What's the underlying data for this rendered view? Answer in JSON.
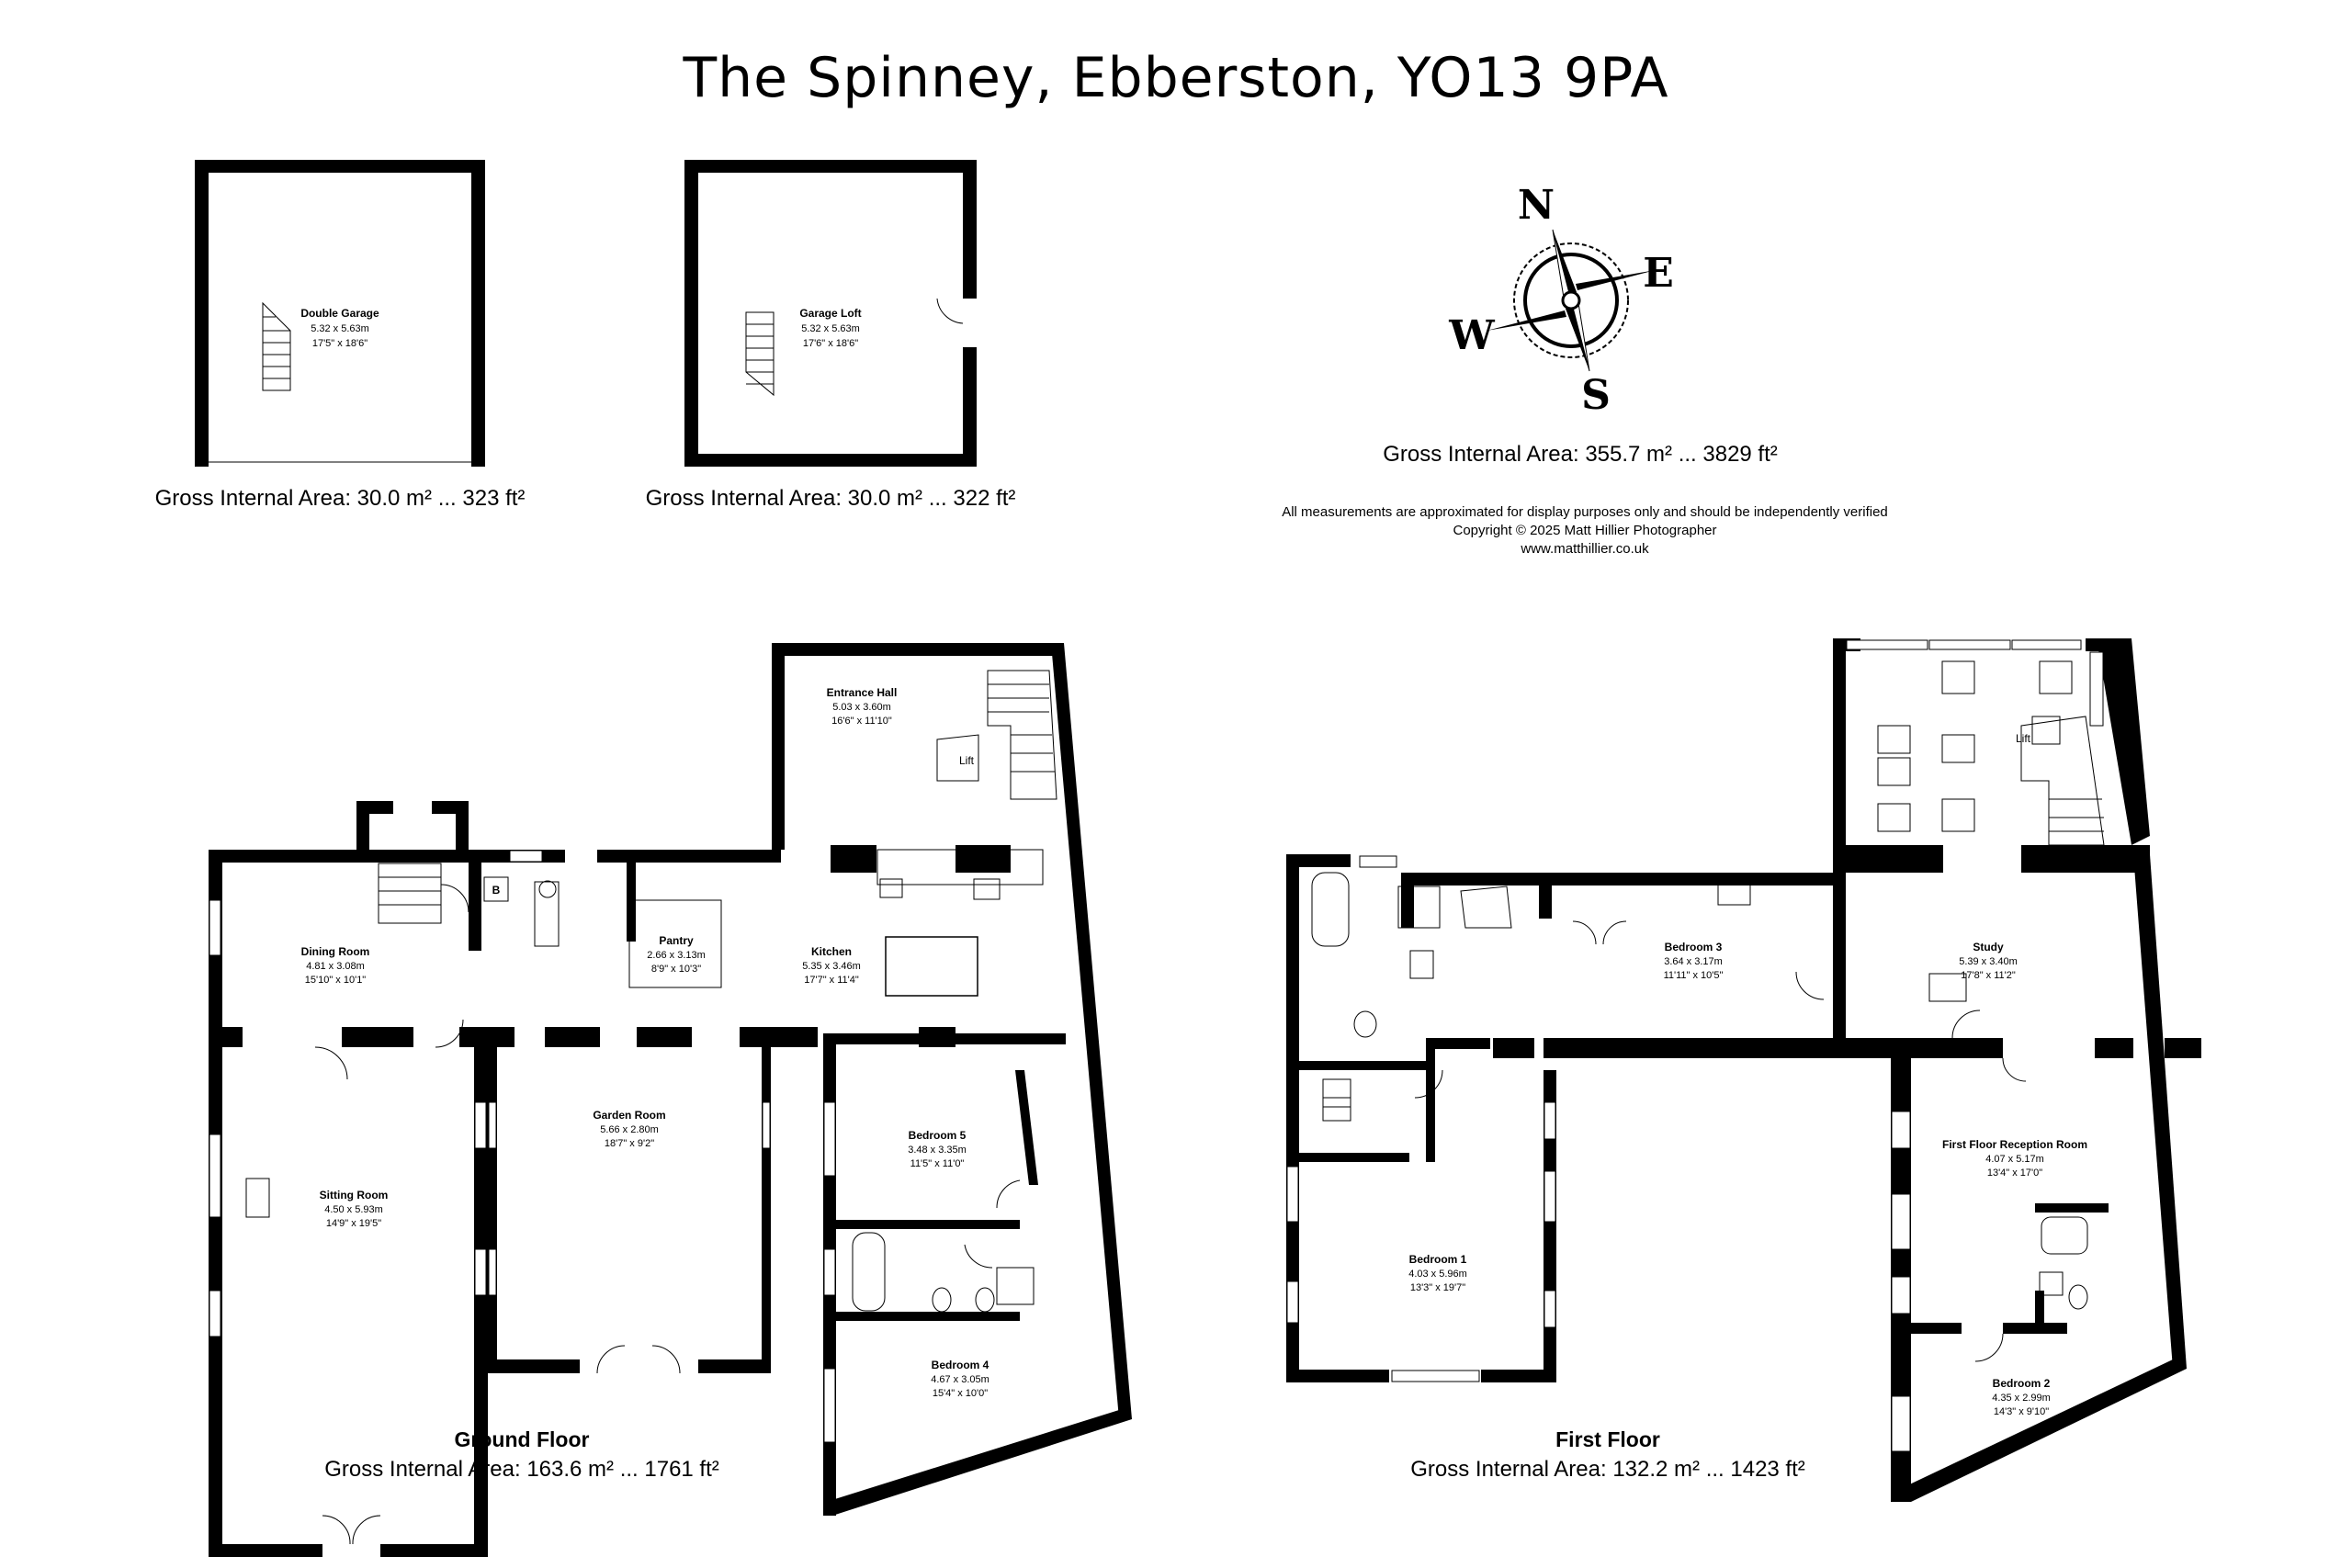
{
  "title": "The Spinney, Ebberston, YO13 9PA",
  "compass": {
    "n": "N",
    "e": "E",
    "s": "S",
    "w": "W"
  },
  "total_area": "Gross Internal Area: 355.7 m² ... 3829 ft²",
  "disclaimer": {
    "line1": "All measurements are approximated for display purposes only and should be independently verified",
    "line2": "Copyright © 2025 Matt Hillier Photographer",
    "line3": "www.matthillier.co.uk"
  },
  "garage": {
    "name": "Double Garage",
    "metric": "5.32 x 5.63m",
    "imperial": "17'5\" x 18'6\"",
    "area": "Gross Internal Area: 30.0 m² ... 323 ft²"
  },
  "loft": {
    "name": "Garage Loft",
    "metric": "5.32 x 5.63m",
    "imperial": "17'6\" x 18'6\"",
    "area": "Gross Internal Area: 30.0 m² ... 322 ft²"
  },
  "ground": {
    "name": "Ground Floor",
    "area": "Gross Internal Area: 163.6 m² ... 1761 ft²",
    "boiler": "B",
    "lift": "Lift",
    "rooms": {
      "entrance": {
        "name": "Entrance Hall",
        "metric": "5.03 x 3.60m",
        "imperial": "16'6\" x 11'10\""
      },
      "dining": {
        "name": "Dining Room",
        "metric": "4.81 x 3.08m",
        "imperial": "15'10\" x 10'1\""
      },
      "pantry": {
        "name": "Pantry",
        "metric": "2.66 x 3.13m",
        "imperial": "8'9\" x 10'3\""
      },
      "kitchen": {
        "name": "Kitchen",
        "metric": "5.35 x 3.46m",
        "imperial": "17'7\" x 11'4\""
      },
      "garden": {
        "name": "Garden Room",
        "metric": "5.66 x 2.80m",
        "imperial": "18'7\" x 9'2\""
      },
      "sitting": {
        "name": "Sitting Room",
        "metric": "4.50 x 5.93m",
        "imperial": "14'9\" x 19'5\""
      },
      "bed5": {
        "name": "Bedroom 5",
        "metric": "3.48 x 3.35m",
        "imperial": "11'5\" x 11'0\""
      },
      "bed4": {
        "name": "Bedroom 4",
        "metric": "4.67 x 3.05m",
        "imperial": "15'4\" x 10'0\""
      }
    }
  },
  "first": {
    "name": "First Floor",
    "area": "Gross Internal Area: 132.2 m² ... 1423 ft²",
    "lift": "Lift",
    "rooms": {
      "bed3": {
        "name": "Bedroom 3",
        "metric": "3.64 x 3.17m",
        "imperial": "11'11\" x 10'5\""
      },
      "study": {
        "name": "Study",
        "metric": "5.39 x 3.40m",
        "imperial": "17'8\" x 11'2\""
      },
      "bed1": {
        "name": "Bedroom 1",
        "metric": "4.03 x 5.96m",
        "imperial": "13'3\" x 19'7\""
      },
      "reception": {
        "name": "First Floor Reception Room",
        "metric": "4.07 x 5.17m",
        "imperial": "13'4\" x 17'0\""
      },
      "bed2": {
        "name": "Bedroom 2",
        "metric": "4.35 x 2.99m",
        "imperial": "14'3\" x 9'10\""
      }
    }
  }
}
